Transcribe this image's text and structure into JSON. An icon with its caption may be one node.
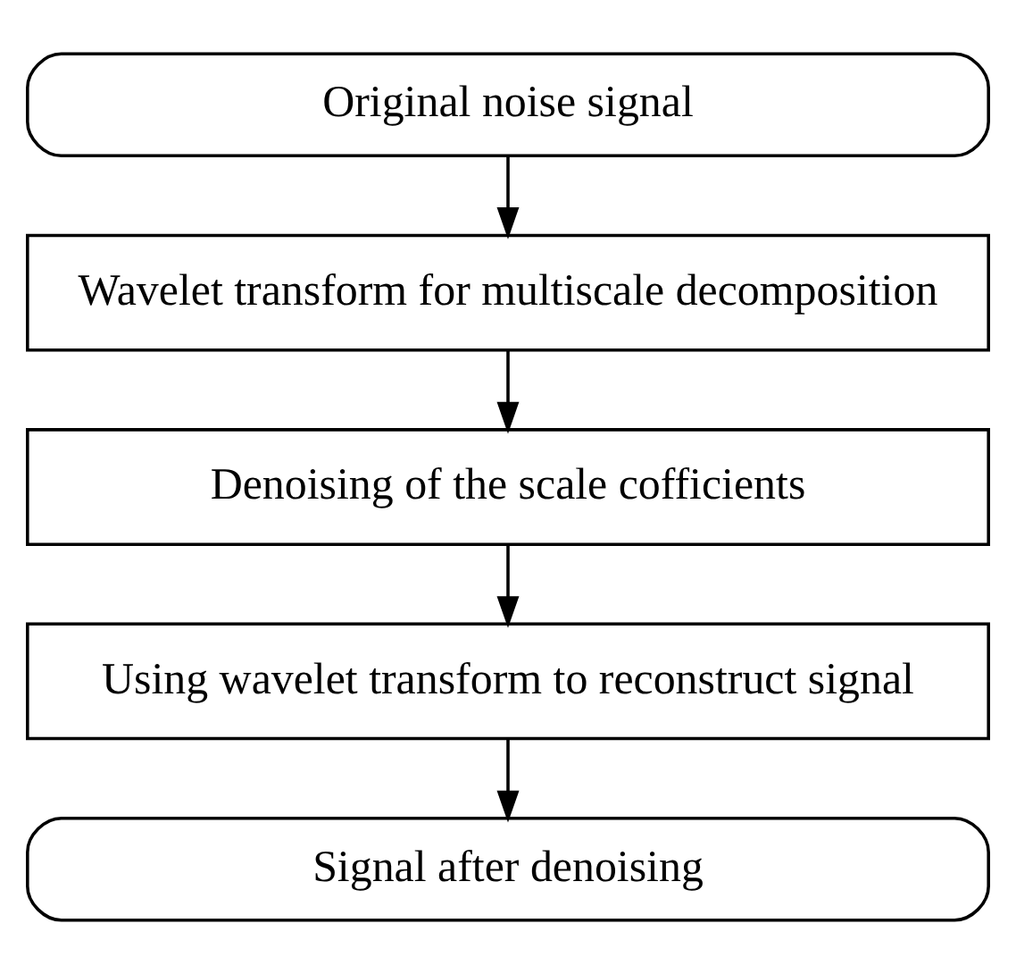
{
  "diagram": {
    "nodes": [
      {
        "text": [
          "Original noise signal"
        ]
      },
      {
        "text": [
          "Wavelet transform for multiscale decomposition"
        ]
      },
      {
        "text": [
          "Denoising of the scale cofficients"
        ]
      },
      {
        "text": [
          "Using wavelet transform to reconstruct signal"
        ]
      },
      {
        "text": [
          "Signal after denoising"
        ]
      }
    ],
    "edges": [
      {
        "from": 0,
        "to": 1,
        "arrow": "to"
      },
      {
        "from": 1,
        "to": 2,
        "arrow": "to"
      },
      {
        "from": 2,
        "to": 3,
        "arrow": "to"
      },
      {
        "from": 3,
        "to": 4,
        "arrow": "to"
      }
    ]
  }
}
